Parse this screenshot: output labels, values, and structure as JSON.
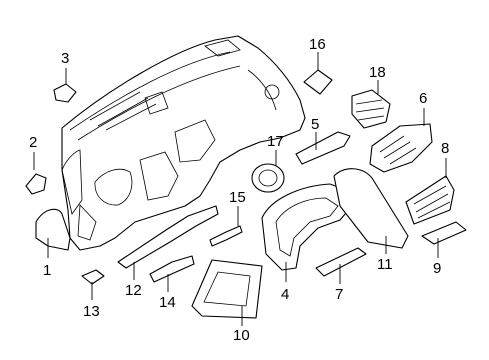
{
  "colors": {
    "line": "#000000",
    "background": "#ffffff"
  },
  "callouts": [
    {
      "id": "1",
      "label": "1"
    },
    {
      "id": "2",
      "label": "2"
    },
    {
      "id": "3",
      "label": "3"
    },
    {
      "id": "4",
      "label": "4"
    },
    {
      "id": "5",
      "label": "5"
    },
    {
      "id": "6",
      "label": "6"
    },
    {
      "id": "7",
      "label": "7"
    },
    {
      "id": "8",
      "label": "8"
    },
    {
      "id": "9",
      "label": "9"
    },
    {
      "id": "10",
      "label": "10"
    },
    {
      "id": "11",
      "label": "11"
    },
    {
      "id": "12",
      "label": "12"
    },
    {
      "id": "13",
      "label": "13"
    },
    {
      "id": "14",
      "label": "14"
    },
    {
      "id": "15",
      "label": "15"
    },
    {
      "id": "16",
      "label": "16"
    },
    {
      "id": "17",
      "label": "17"
    },
    {
      "id": "18",
      "label": "18"
    }
  ]
}
